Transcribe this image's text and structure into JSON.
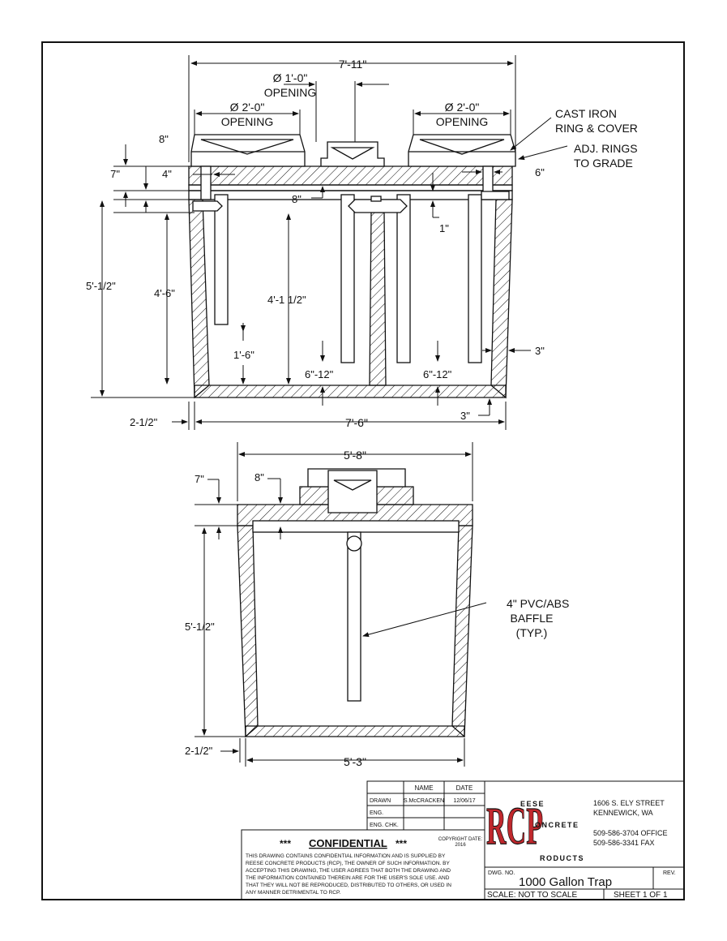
{
  "top_view": {
    "overall_width": "7'-11\"",
    "center_opening_dia": "Ø 1'-0\"",
    "center_opening_label": "OPENING",
    "left_opening_dia": "Ø 2'-0\"",
    "left_opening_label": "OPENING",
    "right_opening_dia": "Ø 2'-0\"",
    "right_opening_label": "OPENING",
    "cast_iron_line1": "CAST IRON",
    "cast_iron_line2": "RING & COVER",
    "adj_rings_line1": "ADJ. RINGS",
    "adj_rings_line2": "TO GRADE",
    "dim_8_top": "8\"",
    "dim_7": "7\"",
    "dim_4": "4\"",
    "dim_6": "6\"",
    "dim_8_lid": "8\"",
    "dim_1": "1\"",
    "dim_total_height": "5'-1/2\"",
    "dim_inner_height": "4'-6\"",
    "dim_center_height": "4'-1 1/2\"",
    "dim_baffle_gap": "1'-6\"",
    "dim_gap_left": "6\"-12\"",
    "dim_gap_right": "6\"-12\"",
    "dim_wall": "3\"",
    "dim_floor": "3\"",
    "dim_side_offset": "2-1/2\"",
    "dim_base_width": "7'-6\""
  },
  "side_view": {
    "overall_width": "5'-8\"",
    "dim_7": "7\"",
    "dim_8": "8\"",
    "dim_height": "5'-1/2\"",
    "baffle_line1": "4\" PVC/ABS",
    "baffle_line2": "BAFFLE",
    "baffle_line3": "(TYP.)",
    "dim_side_offset": "2-1/2\"",
    "dim_base_width": "5'-3\""
  },
  "title_block": {
    "col_name": "NAME",
    "col_date": "DATE",
    "row_drawn": "DRAWN",
    "drawn_name": "S.McCRACKEN",
    "drawn_date": "12/06/17",
    "row_eng": "ENG.",
    "row_eng_chk": "ENG. CHK.",
    "logo_letters": "RCP",
    "logo_word1": "EESE",
    "logo_word2": "ONCRETE",
    "logo_word3": "RODUCTS",
    "address1": "1606 S. ELY STREET",
    "address2": "KENNEWICK, WA",
    "phone_office": "509-586-3704 OFFICE",
    "phone_fax": "509-586-3341 FAX",
    "confidential_title": "CONFIDENTIAL",
    "confidential_stars": "***",
    "copyright_line1": "COPYRIGHT DATE:",
    "copyright_line2": "2016",
    "conf_line1": "THIS DRAWING CONTAINS CONFIDENTIAL INFORMATION AND IS SUPPLIED BY",
    "conf_line2": "REESE CONCRETE PRODUCTS (RCP), THE OWNER OF SUCH INFORMATION. BY",
    "conf_line3": "ACCEPTING THIS DRAWING, THE USER AGREES THAT BOTH THE DRAWING AND",
    "conf_line4": "THE INFORMATION CONTAINED THEREIN ARE FOR THE USER'S SOLE USE. AND",
    "conf_line5": "THAT THEY WILL NOT BE REPRODUCED, DISTRIBUTED TO OTHERS, OR USED IN",
    "conf_line6": "ANY MANNER DETRIMENTAL TO RCP.",
    "dwg_no_label": "DWG. NO.",
    "dwg_title": "1000 Gallon Trap",
    "rev_label": "REV.",
    "scale": "SCALE: NOT TO SCALE",
    "sheet": "SHEET 1 OF 1"
  },
  "colors": {
    "line": "#111111",
    "logo_red": "#c0282d"
  }
}
